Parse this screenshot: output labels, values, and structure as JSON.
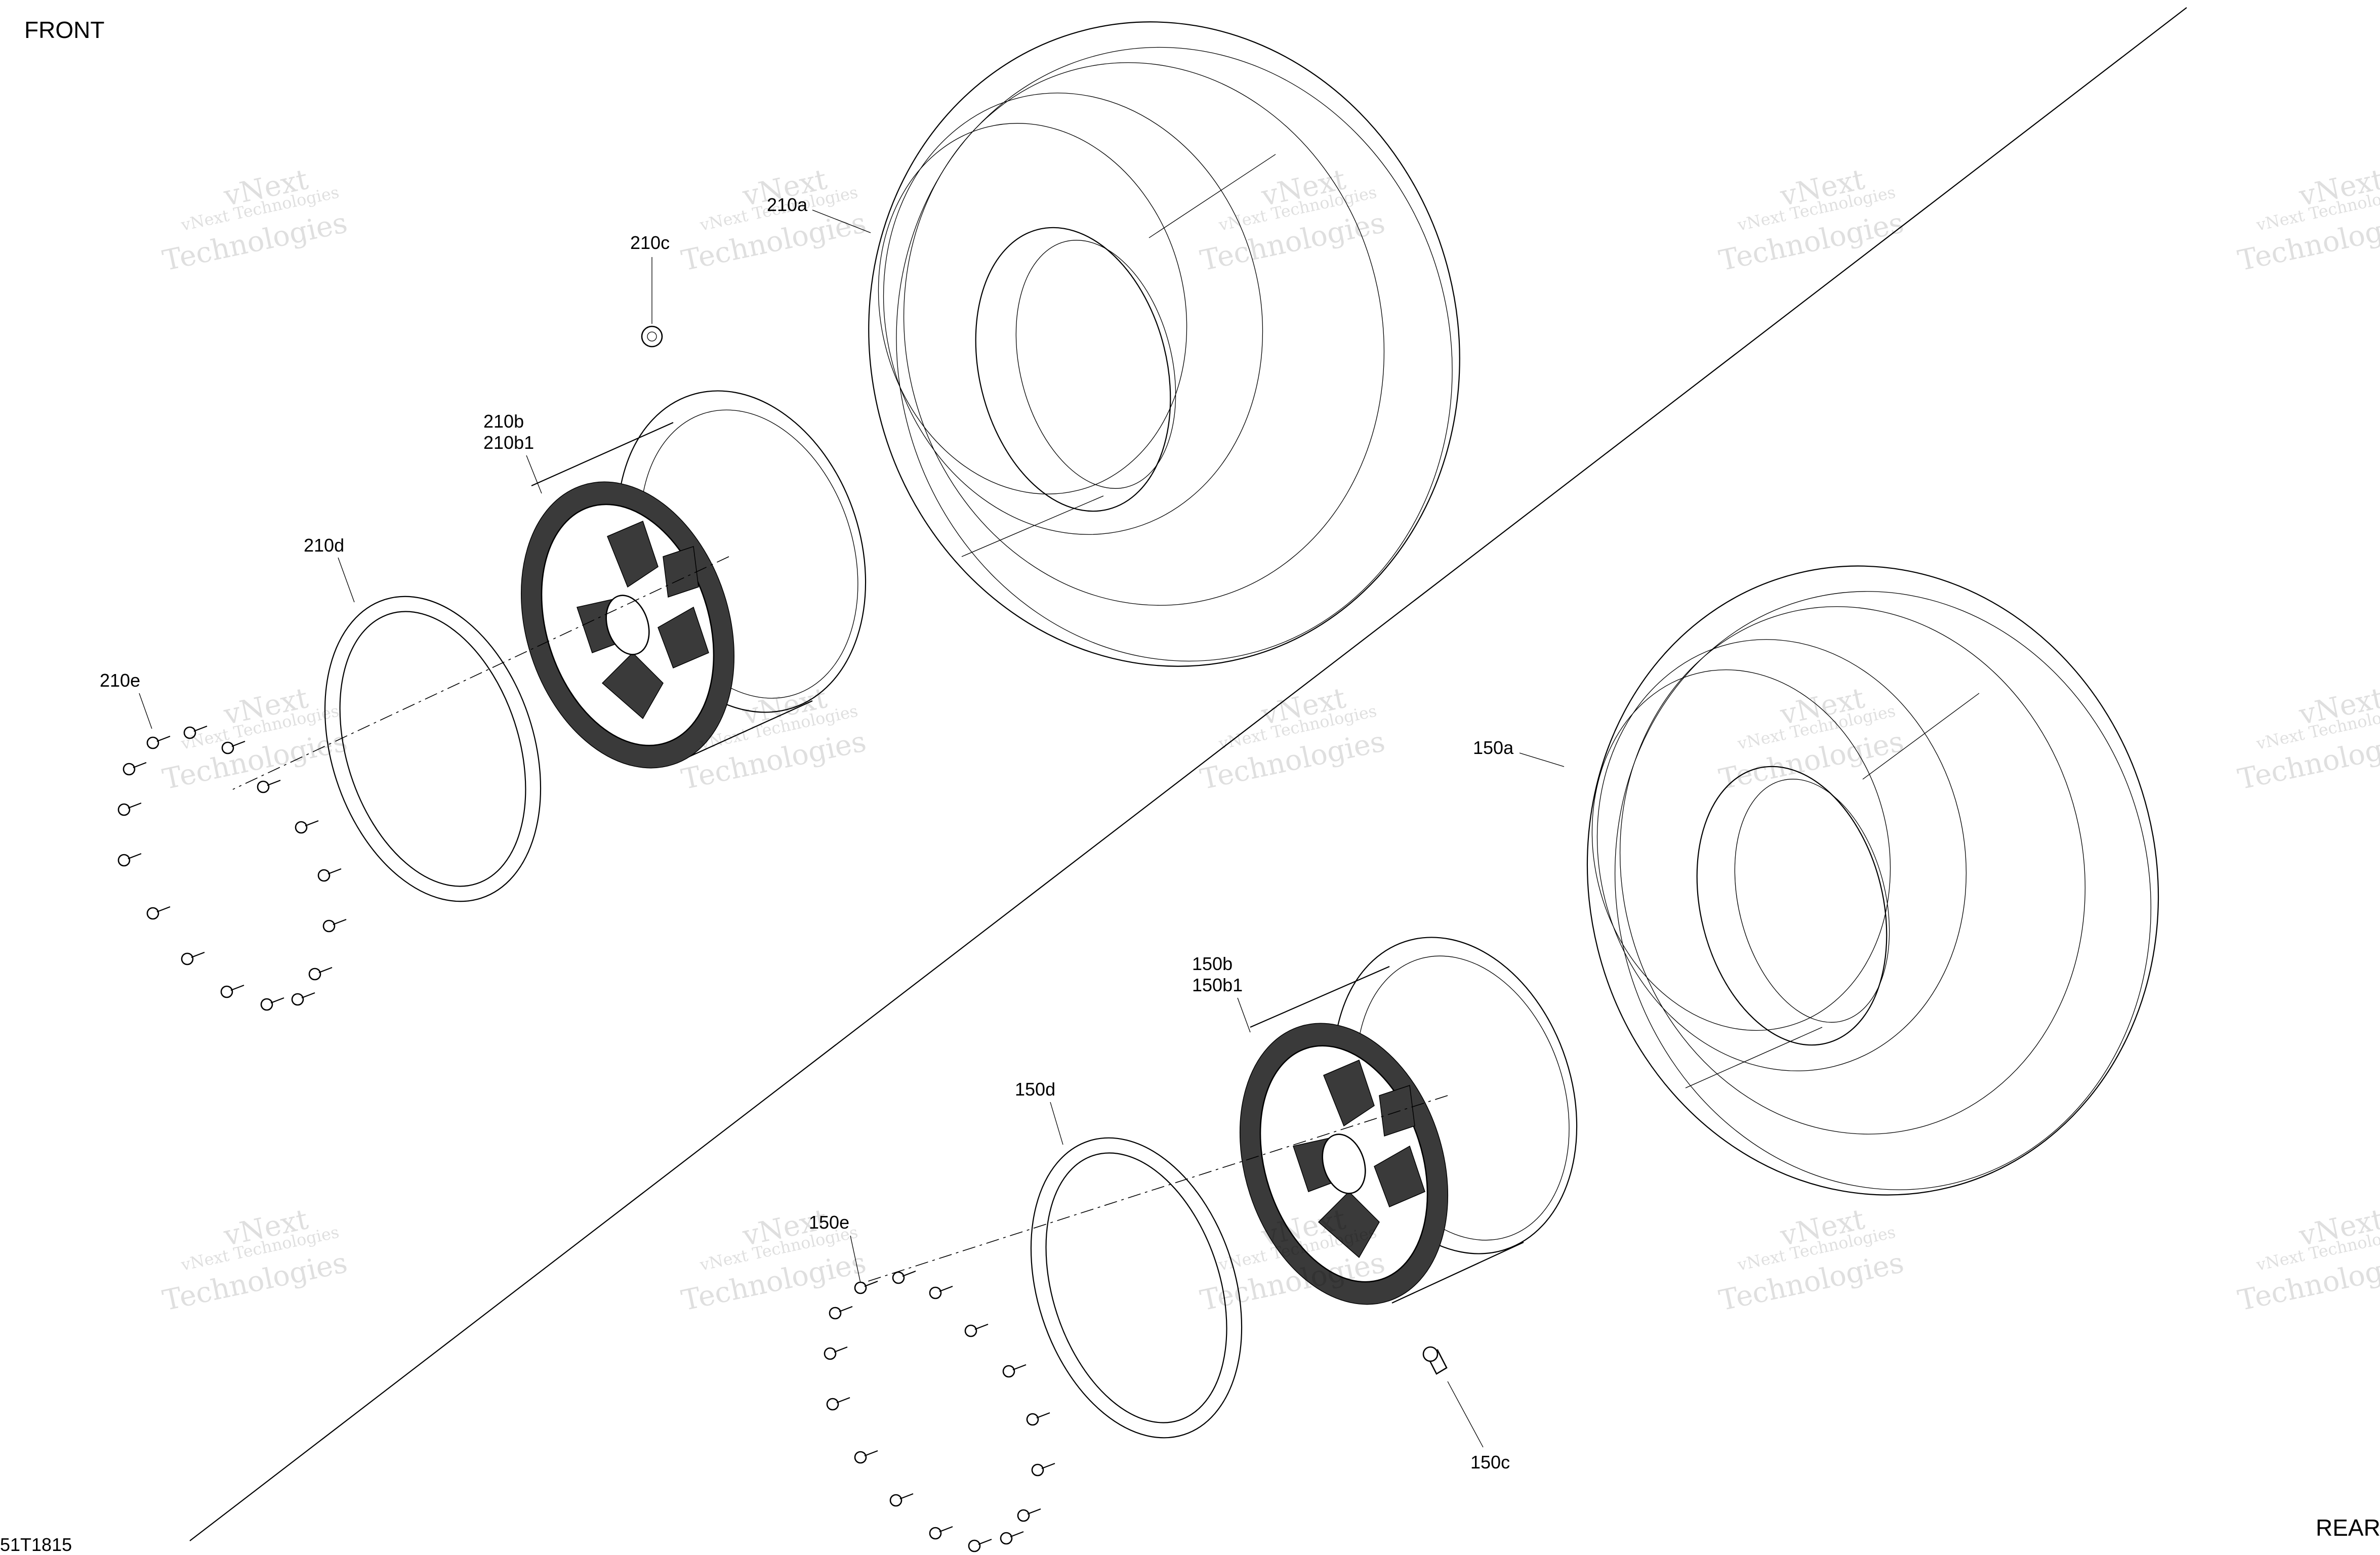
{
  "diagram": {
    "corner_labels": {
      "top_left": "FRONT",
      "bottom_right": "REAR",
      "bottom_left": "51T1815"
    },
    "watermark": {
      "line1": "vNext Technologies",
      "line2": "vNext",
      "line3": "Technologies"
    },
    "front_assembly": {
      "tire": "210a",
      "valve": "210c",
      "rim": "210b",
      "rim_alt": "210b1",
      "beadlock_ring": "210d",
      "bolts": "210e"
    },
    "rear_assembly": {
      "tire": "150a",
      "valve": "150c",
      "rim": "150b",
      "rim_alt": "150b1",
      "beadlock_ring": "150d",
      "bolts": "150e"
    }
  }
}
